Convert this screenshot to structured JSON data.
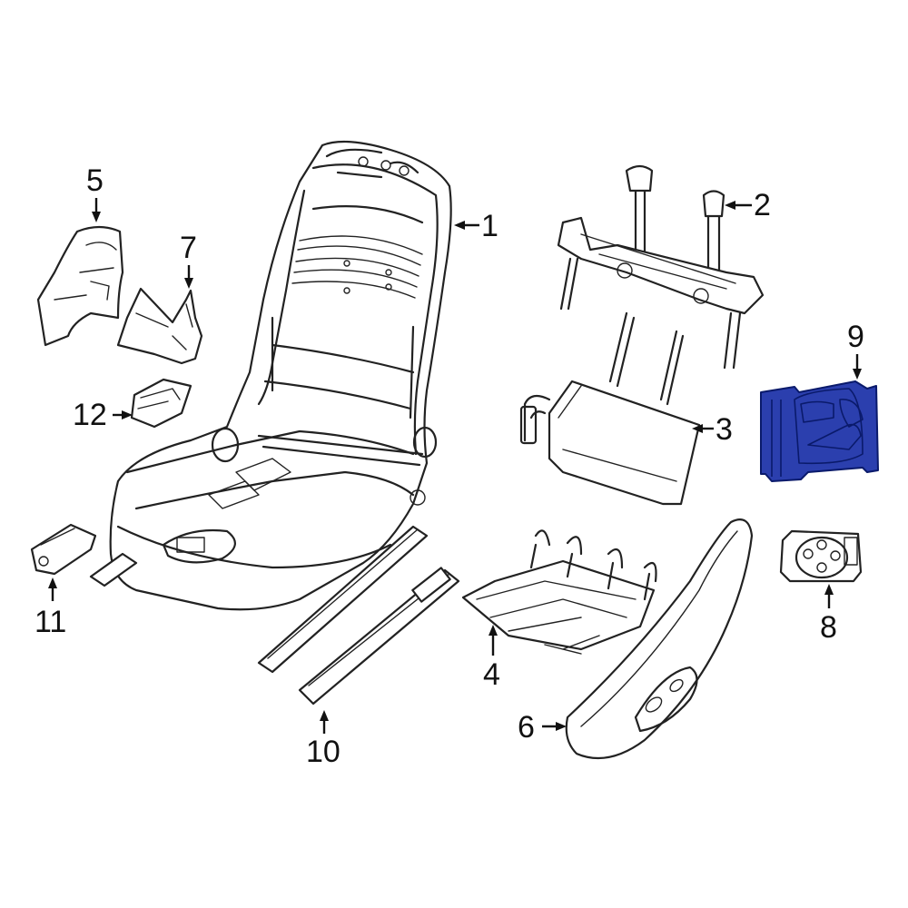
{
  "callouts": [
    {
      "id": "1",
      "label": "1"
    },
    {
      "id": "2",
      "label": "2"
    },
    {
      "id": "3",
      "label": "3"
    },
    {
      "id": "4",
      "label": "4"
    },
    {
      "id": "5",
      "label": "5"
    },
    {
      "id": "6",
      "label": "6"
    },
    {
      "id": "7",
      "label": "7"
    },
    {
      "id": "8",
      "label": "8"
    },
    {
      "id": "9",
      "label": "9"
    },
    {
      "id": "10",
      "label": "10"
    },
    {
      "id": "11",
      "label": "11"
    },
    {
      "id": "12",
      "label": "12"
    }
  ],
  "colors": {
    "highlight": "#2b3fae",
    "line": "#222222",
    "background": "#ffffff"
  },
  "highlighted_part": "9"
}
